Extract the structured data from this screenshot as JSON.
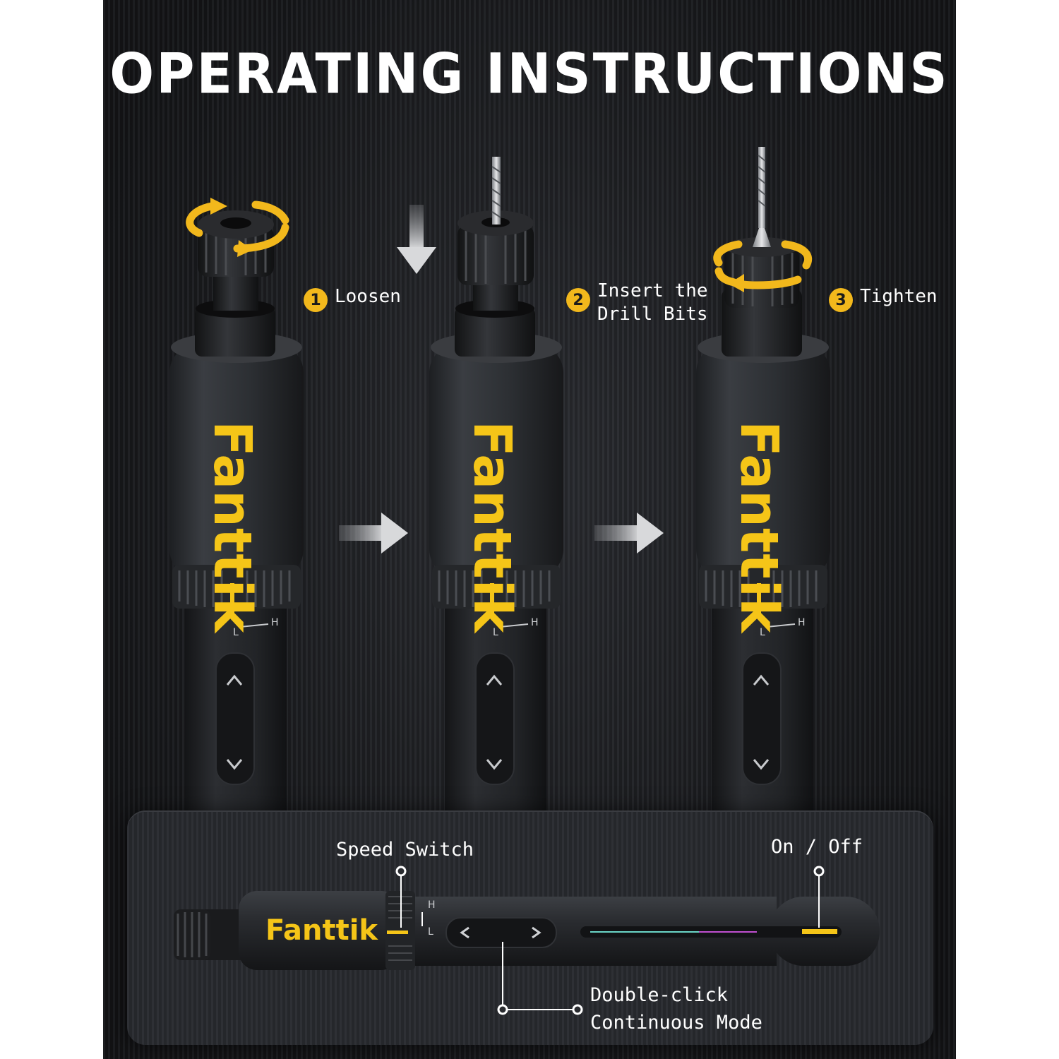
{
  "title": "OPERATING INSTRUCTIONS",
  "brand": "Fanttik",
  "steps": [
    {
      "number": "1",
      "label": "Loosen"
    },
    {
      "number": "2",
      "label": "Insert the\nDrill Bits"
    },
    {
      "number": "3",
      "label": "Tighten"
    }
  ],
  "callouts": {
    "speed_switch": "Speed Switch",
    "on_off": "On / Off",
    "double_click": "Double-click\nContinuous Mode"
  },
  "speed_marks": {
    "high": "H",
    "low": "L"
  },
  "colors": {
    "accent": "#f5c518",
    "background": "#1f2024",
    "tool_body": "#2f3237",
    "text": "#ffffff"
  },
  "icons": [
    "rotate-arrows-icon",
    "down-arrow-icon",
    "right-arrow-icon",
    "chevron-up-icon",
    "chevron-down-icon",
    "chevron-left-icon",
    "chevron-right-icon"
  ]
}
